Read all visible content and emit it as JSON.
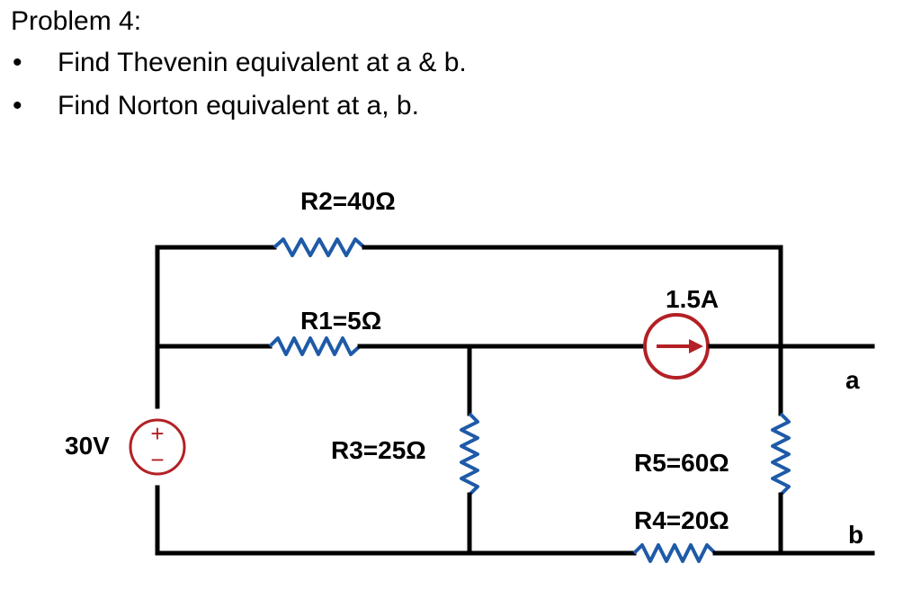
{
  "problem": {
    "title": "Problem 4:",
    "bullet_symbol": "•",
    "tasks": [
      "Find Thevenin equivalent at a & b.",
      "Find Norton equivalent at a, b."
    ]
  },
  "circuit": {
    "source_voltage": "30V",
    "source_plus": "+",
    "source_minus": "−",
    "r1": "R1=5Ω",
    "r2": "R2=40Ω",
    "r3": "R3=25Ω",
    "r4": "R4=20Ω",
    "r5": "R5=60Ω",
    "current_source": "1.5A",
    "terminal_a": "a",
    "terminal_b": "b",
    "colors": {
      "wire": "#000000",
      "resistor": "#1e5aa8",
      "source": "#b32025"
    }
  }
}
